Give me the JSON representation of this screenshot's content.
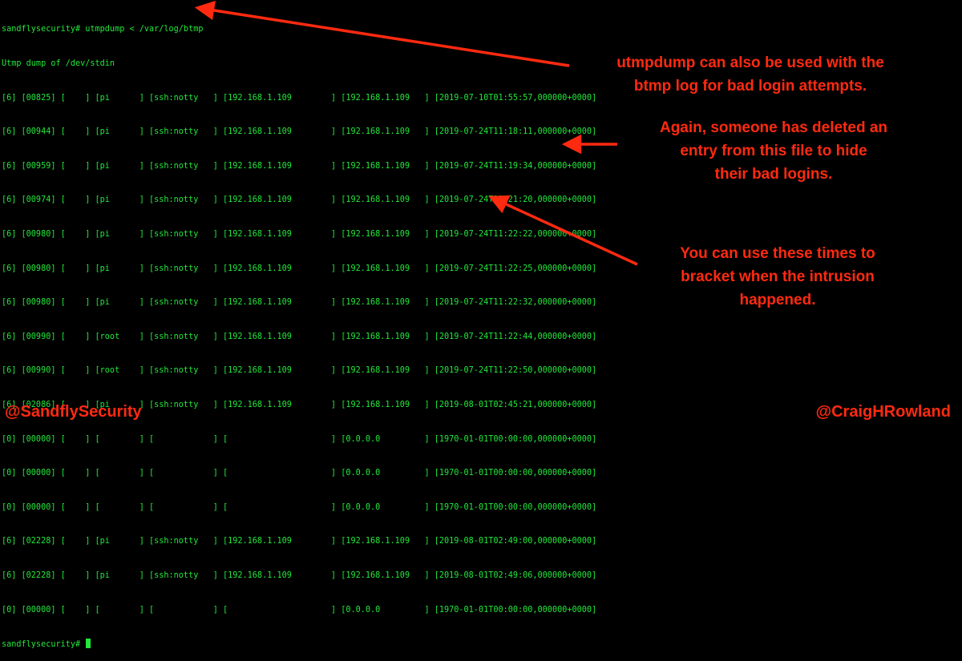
{
  "terminal": {
    "lines": [
      "sandflysecurity# utmpdump < /var/log/btmp",
      "Utmp dump of /dev/stdin",
      "[6] [00825] [    ] [pi      ] [ssh:notty   ] [192.168.1.109        ] [192.168.1.109   ] [2019-07-10T01:55:57,000000+0000]",
      "[6] [00944] [    ] [pi      ] [ssh:notty   ] [192.168.1.109        ] [192.168.1.109   ] [2019-07-24T11:18:11,000000+0000]",
      "[6] [00959] [    ] [pi      ] [ssh:notty   ] [192.168.1.109        ] [192.168.1.109   ] [2019-07-24T11:19:34,000000+0000]",
      "[6] [00974] [    ] [pi      ] [ssh:notty   ] [192.168.1.109        ] [192.168.1.109   ] [2019-07-24T11:21:20,000000+0000]",
      "[6] [00980] [    ] [pi      ] [ssh:notty   ] [192.168.1.109        ] [192.168.1.109   ] [2019-07-24T11:22:22,000000+0000]",
      "[6] [00980] [    ] [pi      ] [ssh:notty   ] [192.168.1.109        ] [192.168.1.109   ] [2019-07-24T11:22:25,000000+0000]",
      "[6] [00980] [    ] [pi      ] [ssh:notty   ] [192.168.1.109        ] [192.168.1.109   ] [2019-07-24T11:22:32,000000+0000]",
      "[6] [00990] [    ] [root    ] [ssh:notty   ] [192.168.1.109        ] [192.168.1.109   ] [2019-07-24T11:22:44,000000+0000]",
      "[6] [00990] [    ] [root    ] [ssh:notty   ] [192.168.1.109        ] [192.168.1.109   ] [2019-07-24T11:22:50,000000+0000]",
      "[6] [02086] [    ] [pi      ] [ssh:notty   ] [192.168.1.109        ] [192.168.1.109   ] [2019-08-01T02:45:21,000000+0000]",
      "[0] [00000] [    ] [        ] [            ] [                     ] [0.0.0.0         ] [1970-01-01T00:00:00,000000+0000]",
      "[0] [00000] [    ] [        ] [            ] [                     ] [0.0.0.0         ] [1970-01-01T00:00:00,000000+0000]",
      "[0] [00000] [    ] [        ] [            ] [                     ] [0.0.0.0         ] [1970-01-01T00:00:00,000000+0000]",
      "[6] [02228] [    ] [pi      ] [ssh:notty   ] [192.168.1.109        ] [192.168.1.109   ] [2019-08-01T02:49:00,000000+0000]",
      "[6] [02228] [    ] [pi      ] [ssh:notty   ] [192.168.1.109        ] [192.168.1.109   ] [2019-08-01T02:49:06,000000+0000]",
      "[0] [00000] [    ] [        ] [            ] [                     ] [0.0.0.0         ] [1970-01-01T00:00:00,000000+0000]"
    ],
    "prompt": "sandflysecurity#"
  },
  "annotations": {
    "btmp_note": [
      "utmpdump can also be used with the",
      "btmp log for bad login attempts."
    ],
    "deleted_note": [
      "Again, someone has deleted an",
      "entry from this file to hide",
      "their bad logins."
    ],
    "times_note": [
      "You can use these times to",
      "bracket when the intrusion",
      "happened."
    ]
  },
  "handles": {
    "left": "@SandflySecurity",
    "right": "@CraigHRowland"
  },
  "colors": {
    "terminal_text": "#22e83a",
    "annotation": "#ff2a10",
    "background": "#000000"
  }
}
